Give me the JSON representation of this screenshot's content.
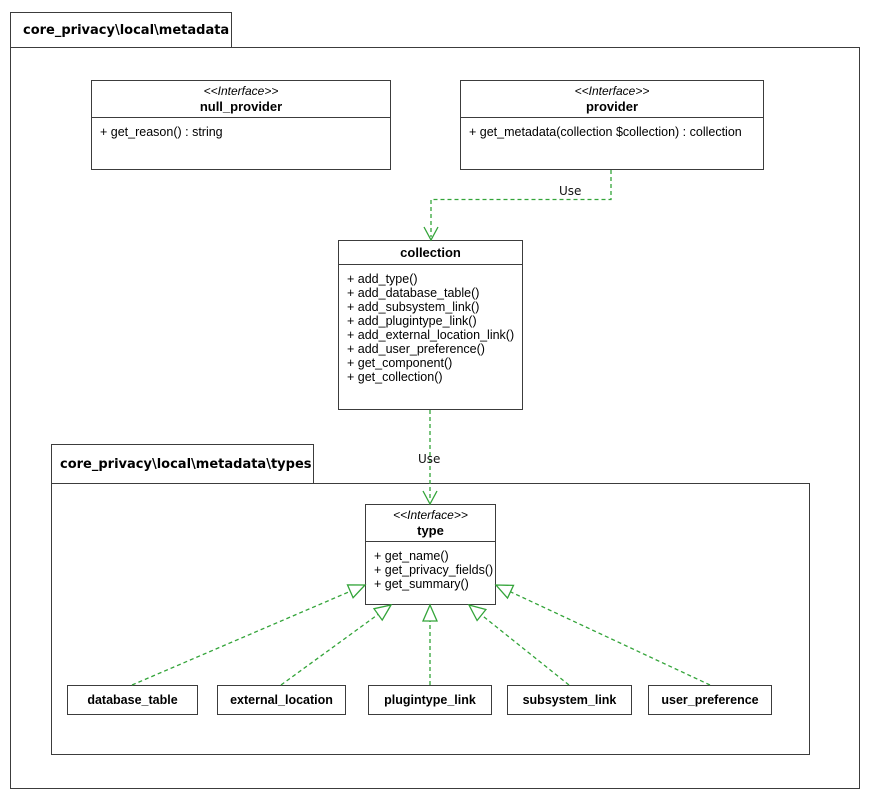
{
  "packages": {
    "metadata": {
      "label": "core_privacy\\local\\metadata"
    },
    "types": {
      "label": "core_privacy\\local\\metadata\\types"
    }
  },
  "classes": {
    "null_provider": {
      "stereotype": "<<Interface>>",
      "name": "null_provider",
      "methods": [
        "+ get_reason() : string"
      ]
    },
    "provider": {
      "stereotype": "<<Interface>>",
      "name": "provider",
      "methods": [
        "+ get_metadata(collection $collection) : collection"
      ]
    },
    "collection": {
      "name": "collection",
      "methods": [
        "+ add_type()",
        "+ add_database_table()",
        "+ add_subsystem_link()",
        "+ add_plugintype_link()",
        "+ add_external_location_link()",
        "+ add_user_preference()",
        "+ get_component()",
        "+ get_collection()"
      ]
    },
    "type": {
      "stereotype": "<<Interface>>",
      "name": "type",
      "methods": [
        "+ get_name()",
        "+ get_privacy_fields()",
        "+ get_summary()"
      ]
    },
    "database_table": {
      "name": "database_table"
    },
    "external_location": {
      "name": "external_location"
    },
    "plugintype_link": {
      "name": "plugintype_link"
    },
    "subsystem_link": {
      "name": "subsystem_link"
    },
    "user_preference": {
      "name": "user_preference"
    }
  },
  "edges": {
    "provider_to_collection": {
      "type": "dependency",
      "label": "Use"
    },
    "collection_to_type": {
      "type": "dependency",
      "label": "Use"
    },
    "realizations": [
      "database_table -> type",
      "external_location -> type",
      "plugintype_link -> type",
      "subsystem_link -> type",
      "user_preference -> type"
    ]
  },
  "colors": {
    "edge_green": "#33a439",
    "border": "#3c3c3c",
    "background": "#ffffff",
    "text": "#000000",
    "triangle_fill": "#ffffff"
  }
}
